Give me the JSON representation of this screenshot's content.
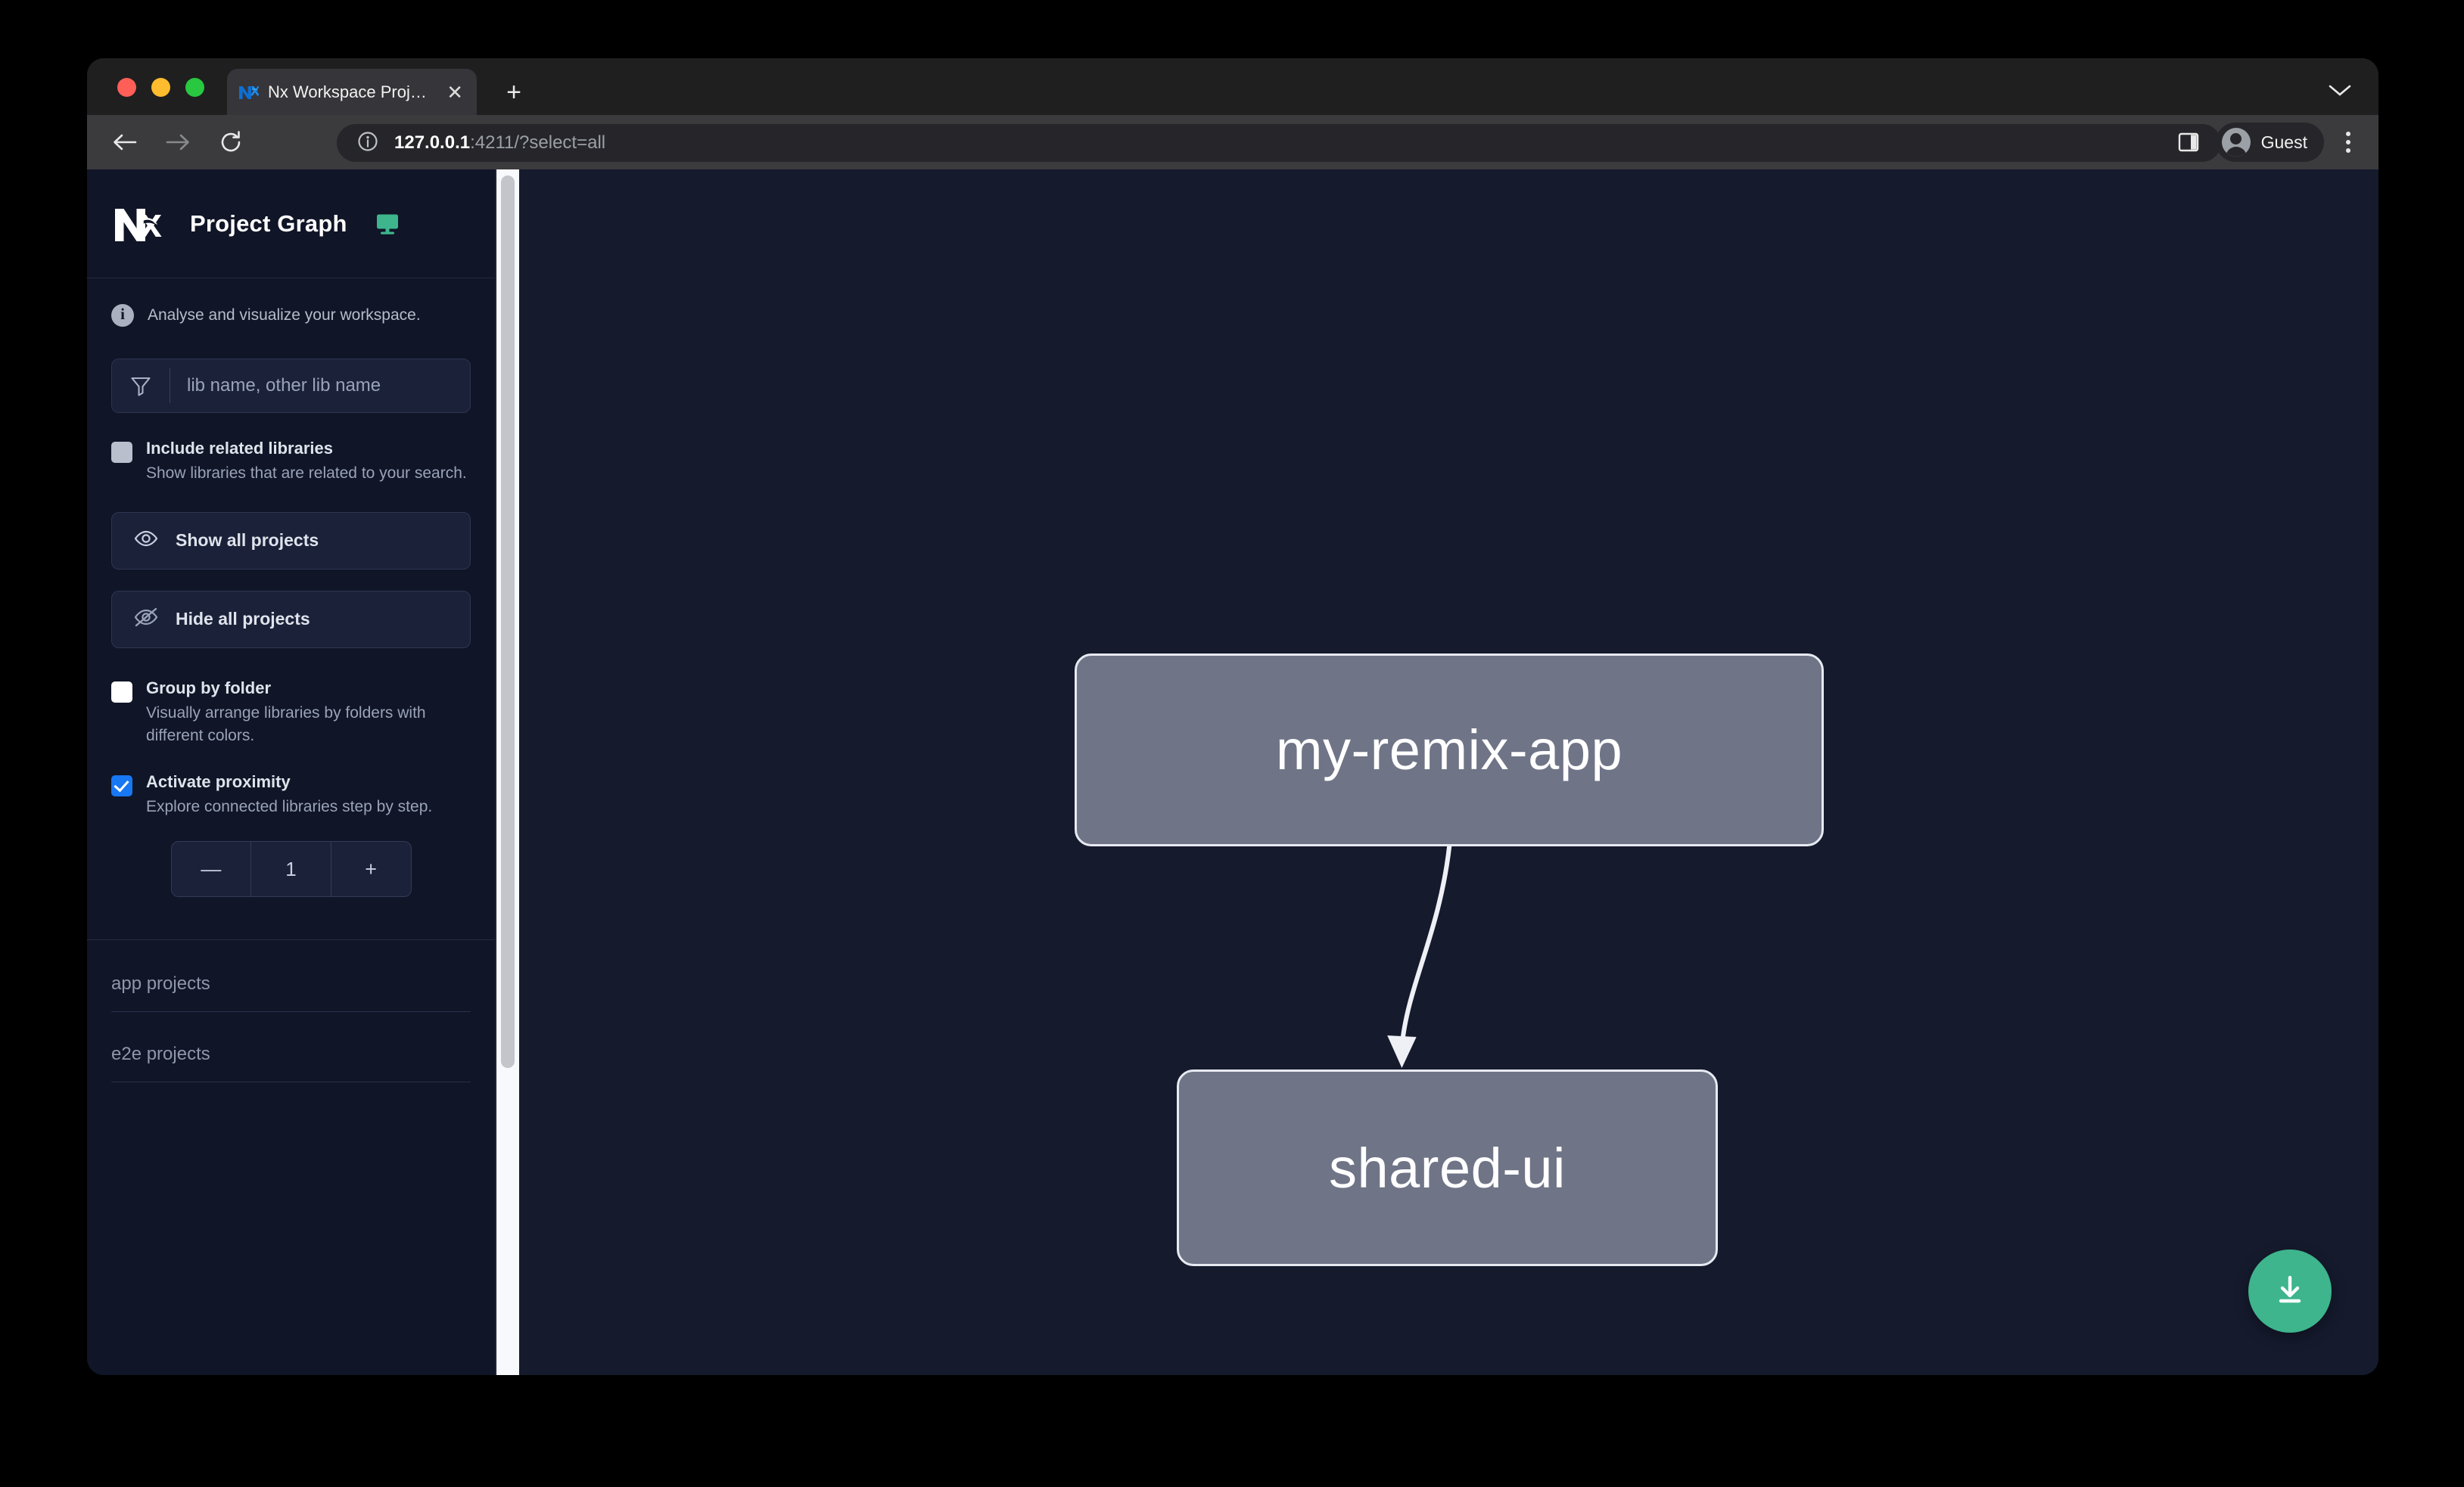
{
  "browser": {
    "tab": {
      "title": "Nx Workspace Project Graph",
      "favicon": "nx-logo-icon",
      "close_icon": "close-icon"
    },
    "new_tab_icon": "plus-icon",
    "tab_list_icon": "chevron-down-icon",
    "nav": {
      "back_icon": "arrow-left-icon",
      "forward_icon": "arrow-right-icon",
      "reload_icon": "reload-icon"
    },
    "omnibox": {
      "info_icon": "info-circle-icon",
      "url_host": "127.0.0.1",
      "url_rest": ":4211/?select=all",
      "full_url": "127.0.0.1:4211/?select=all"
    },
    "side_panel_icon": "side-panel-icon",
    "profile": {
      "avatar_icon": "account-avatar-icon",
      "label": "Guest"
    },
    "menu_icon": "kebab-menu-icon"
  },
  "sidebar": {
    "logo_icon": "nx-logo-icon",
    "title": "Project Graph",
    "monitor_icon": "monitor-icon",
    "description": {
      "icon": "info-icon",
      "text": "Analyse and visualize your workspace."
    },
    "filter": {
      "icon": "funnel-filter-icon",
      "placeholder": "lib name, other lib name",
      "value": ""
    },
    "options": [
      {
        "title": "Include related libraries",
        "subtitle": "Show libraries that are related to your search.",
        "checked": false,
        "checkbox_style": "grey"
      },
      {
        "title": "Group by folder",
        "subtitle": "Visually arrange libraries by folders with different colors.",
        "checked": false,
        "checkbox_style": "white"
      },
      {
        "title": "Activate proximity",
        "subtitle": "Explore connected libraries step by step.",
        "checked": true,
        "checkbox_style": "blue"
      }
    ],
    "buttons": [
      {
        "label": "Show all projects",
        "icon": "eye-icon"
      },
      {
        "label": "Hide all projects",
        "icon": "eye-slash-icon"
      }
    ],
    "stepper": {
      "decrement": "—",
      "value": "1",
      "increment": "+"
    },
    "groups": [
      {
        "label": "app projects"
      },
      {
        "label": "e2e projects"
      }
    ]
  },
  "graph": {
    "nodes": [
      {
        "id": "my-remix-app",
        "label": "my-remix-app"
      },
      {
        "id": "shared-ui",
        "label": "shared-ui"
      }
    ],
    "edges": [
      {
        "from": "my-remix-app",
        "to": "shared-ui"
      }
    ],
    "download_button": {
      "icon": "download-icon",
      "color": "#3eb58c"
    }
  },
  "colors": {
    "page_background": "#000000",
    "window_background": "#141a2e",
    "sidebar_background": "#101527",
    "canvas_background": "#151a2d",
    "node_fill": "#6f7487",
    "node_border": "#e8eaf2",
    "accent_green": "#3eb58c",
    "checkbox_checked": "#1877f2",
    "tab_strip": "#1f1f1f",
    "toolbar": "#3b3b3e"
  }
}
